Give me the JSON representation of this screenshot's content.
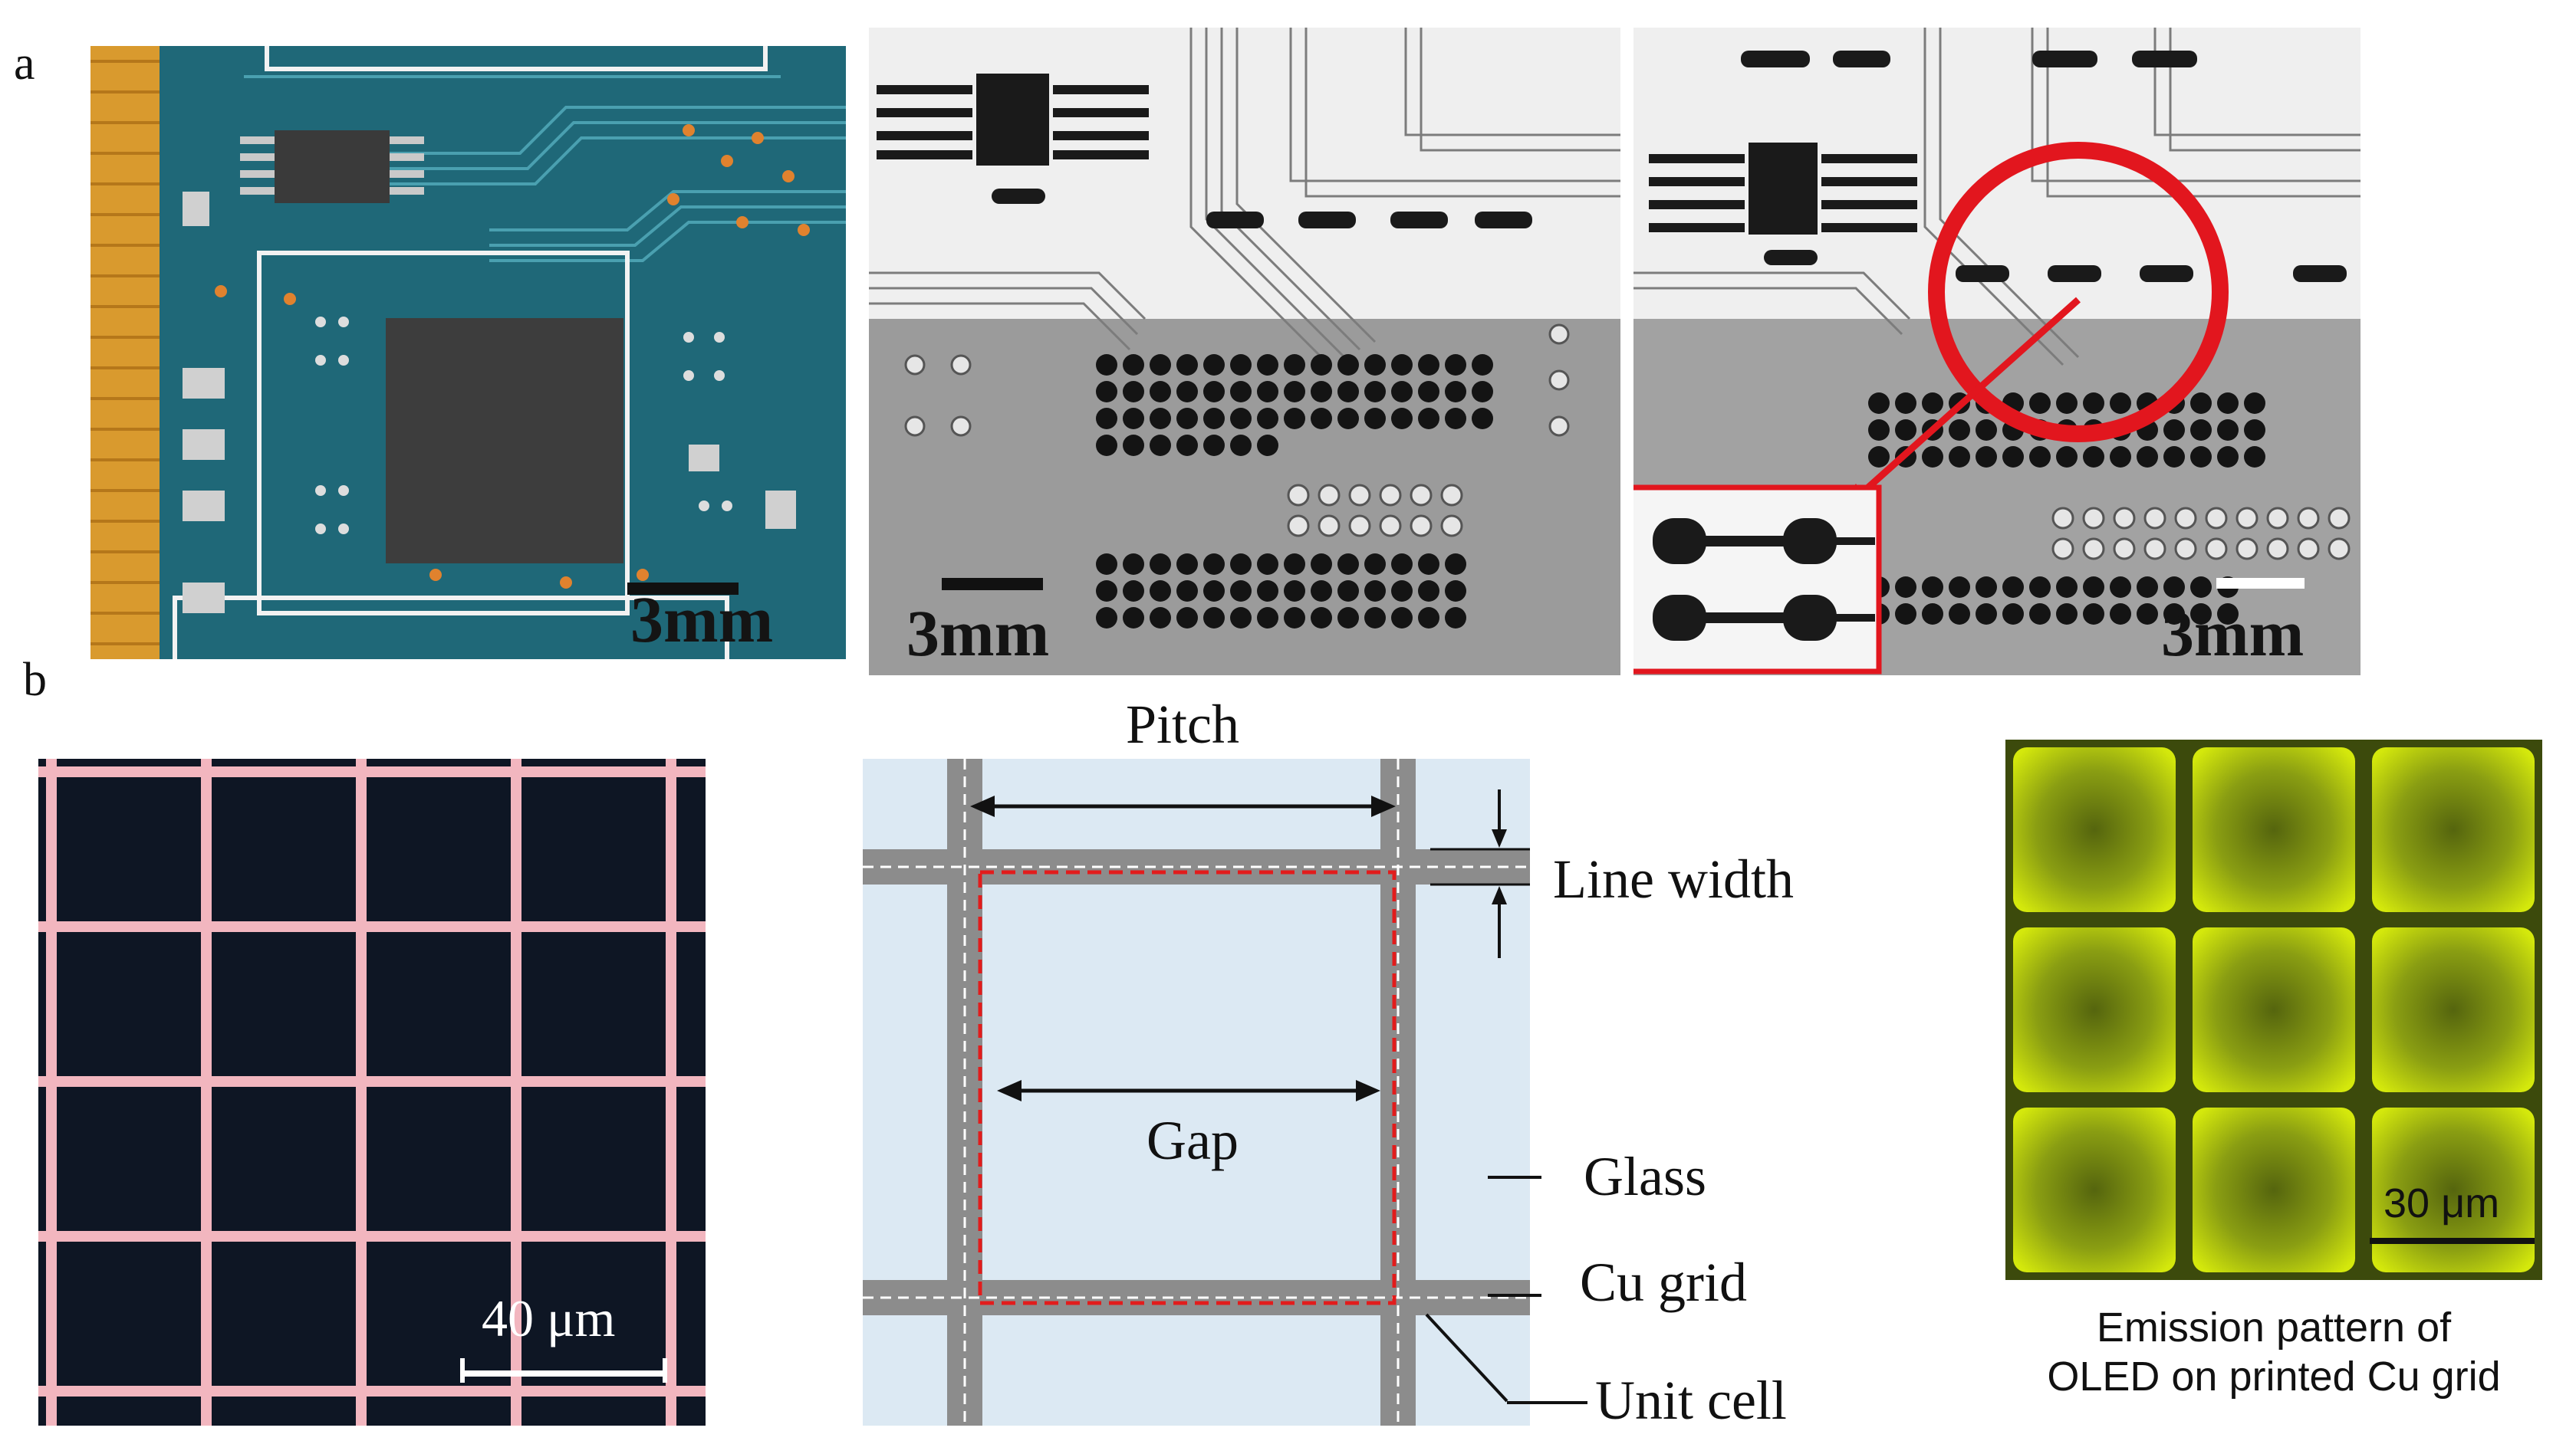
{
  "figure": {
    "panel_a": {
      "letter": "a",
      "photo1_scale": "3mm",
      "photo2_scale": "3mm",
      "photo3_scale": "3mm"
    },
    "panel_b": {
      "letter": "b",
      "grid_scale": "40 μm",
      "diagram": {
        "pitch": "Pitch",
        "line_width": "Line width",
        "gap": "Gap",
        "glass": "Glass",
        "cu_grid": "Cu grid",
        "unit_cell": "Unit cell"
      },
      "oled_scale": "30 μm",
      "oled_caption_line1": "Emission pattern of",
      "oled_caption_line2": "OLED on printed Cu grid"
    }
  },
  "colors": {
    "pcb_blue": "#1f6f80",
    "pcb_trace": "#3e93a3",
    "gold": "#e0a33a",
    "grid_pink": "#f4b9c1",
    "diagram_bg": "#dde9f3",
    "cu_grey": "#8a8a8a",
    "unit_cell_red": "#e01e1e",
    "oled_bright": "#cde20a",
    "oled_dark": "#5c6a10",
    "highlight_red": "#e2161e"
  }
}
